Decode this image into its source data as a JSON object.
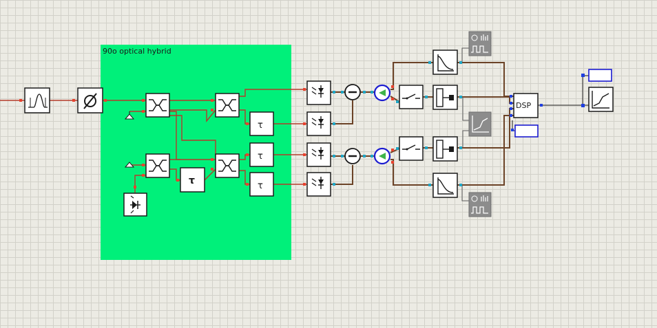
{
  "hybrid": {
    "label": "90o optical hybrid",
    "color": "#00f07a"
  },
  "dsp": {
    "label": "DSP"
  },
  "colors": {
    "optical_wire": "#b43a2a",
    "electrical_wire": "#6b4226",
    "port_optical": "#e8432f",
    "port_electrical": "#1fa6c6",
    "port_digital": "#1f3fe0"
  },
  "icons": [
    "optical-filter-icon",
    "phase-shifter-icon",
    "coupler-icon",
    "ground-icon",
    "delay-icon",
    "laser-icon",
    "photodiode-icon",
    "subtractor-icon",
    "amplifier-icon",
    "lowpass-filter-icon",
    "switch-icon",
    "sampler-icon",
    "spectrum-analyzer-icon",
    "oscilloscope-icon",
    "dsp-block",
    "constellation-icon"
  ]
}
